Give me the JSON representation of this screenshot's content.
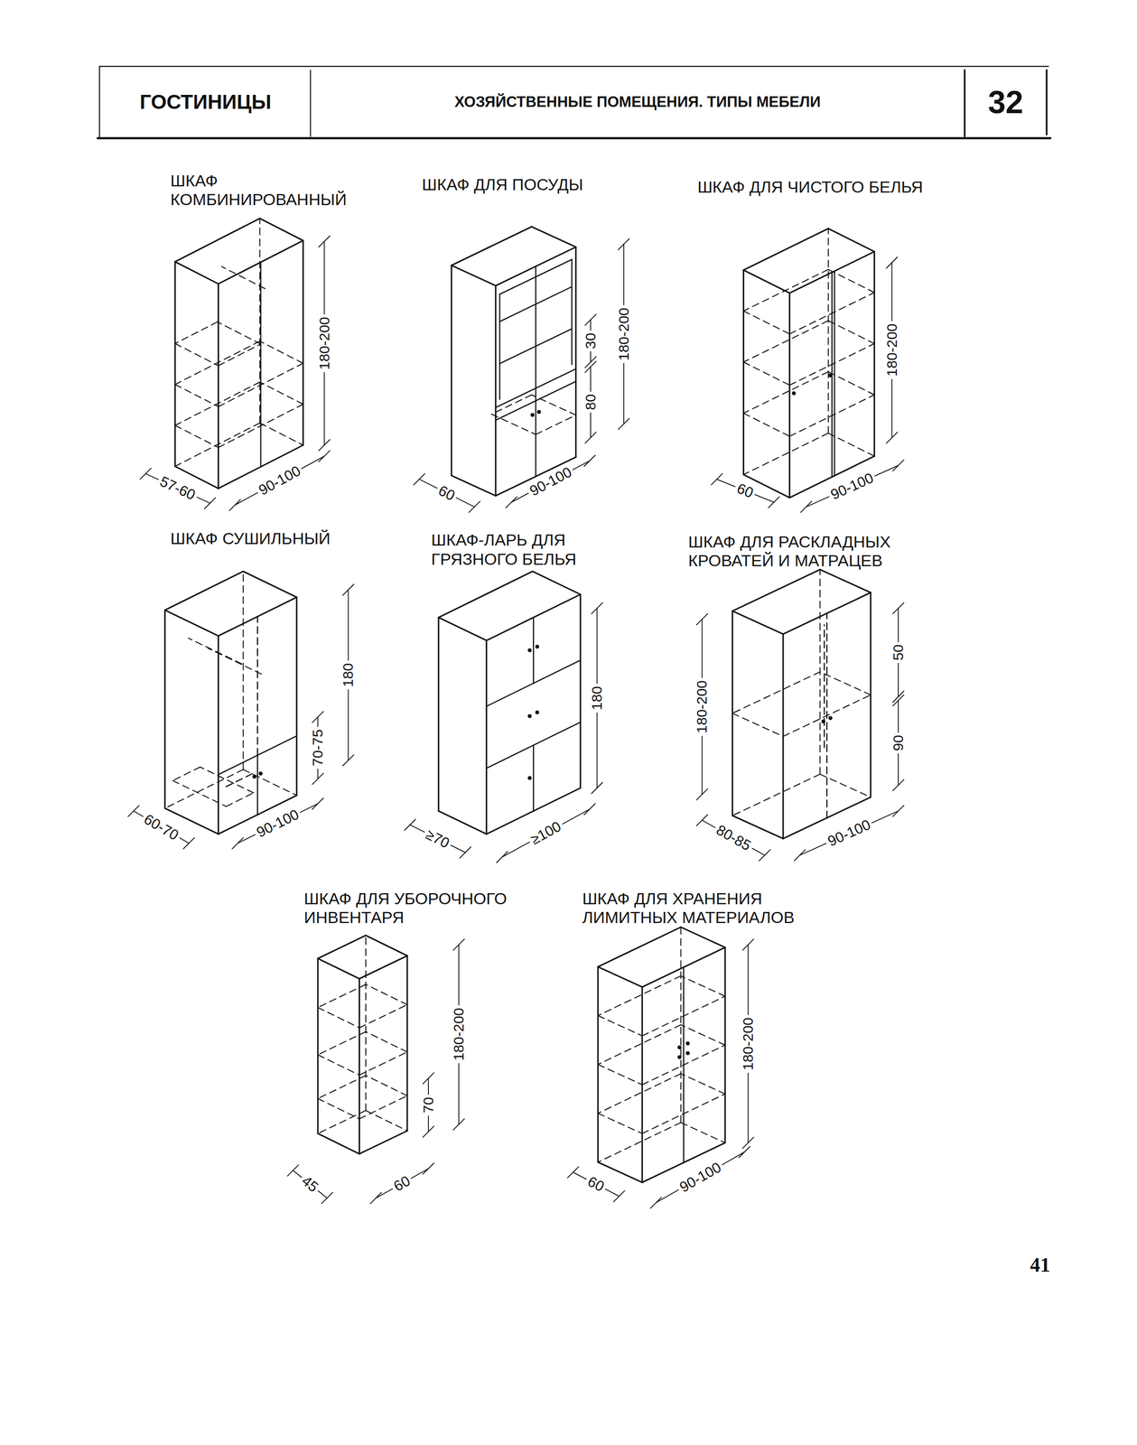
{
  "diagram": {
    "nodes": [
      {
        "text": [
          "ГОСТИНИЦЫ"
        ]
      },
      {
        "text": [
          "ХОЗЯЙСТВЕННЫЕ ПОМЕЩЕНИЯ. ТИПЫ МЕБЕЛИ"
        ]
      },
      {
        "text": [
          "32"
        ]
      }
    ],
    "labels": [
      "ШКАФ КОМБИНИРОВАННЫЙ",
      "180-200",
      "57-60",
      "90-100",
      "ШКАФ ДЛЯ ПОСУДЫ",
      "30",
      "180-200",
      "80",
      "60",
      "90-100",
      "ШКАФ ДЛЯ ЧИСТОГО БЕЛЬЯ",
      "180-200",
      "60",
      "90-100",
      "ШКАФ СУШИЛЬНЫЙ",
      "180",
      "70-75",
      "60-70",
      "90-100",
      "ШКАФ-ЛАРЬ ДЛЯ ГРЯЗНОГО БЕЛЬЯ",
      "180",
      "≥70",
      "≥100",
      "ШКАФ ДЛЯ РАСКЛАДНЫХ КРОВАТЕЙ И МАТРАЦЕВ",
      "180-200",
      "50",
      "90",
      "80-85",
      "90-100",
      "ШКАФ ДЛЯ УБОРОЧНОГО ИНВЕНТАРЯ",
      "180-200",
      "70",
      "45",
      "60",
      "ШКАФ ДЛЯ ХРАНЕНИЯ ЛИМИТНЫХ МАТЕРИАЛОВ",
      "180-200",
      "60",
      "90-100",
      "41"
    ]
  }
}
